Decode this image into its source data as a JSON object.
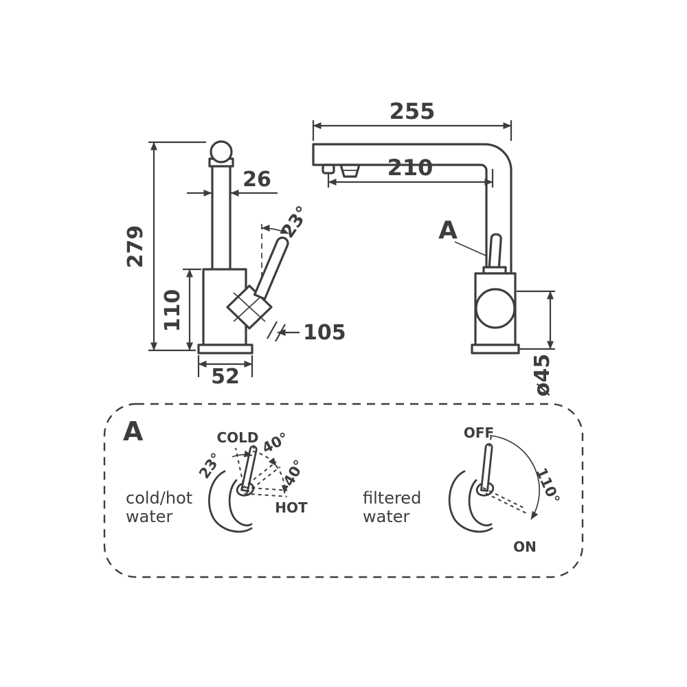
{
  "colors": {
    "line": "#3d3d3d",
    "background": "#ffffff"
  },
  "side_view": {
    "total_height": "279",
    "pipe_diameter": "26",
    "body_height": "110",
    "handle_angle": "23°",
    "handle_length": "105",
    "base_width": "52"
  },
  "front_view": {
    "overall_width": "255",
    "spout_reach": "210",
    "detail_ref": "A",
    "body_diameter": "ø45"
  },
  "detail_panel": {
    "ref": "A",
    "mixer": {
      "caption1": "cold/hot",
      "caption2": "water",
      "tilt_angle": "23°",
      "cold_label": "COLD",
      "cold_angle": "40°",
      "hot_angle": "40°",
      "hot_label": "HOT"
    },
    "filter": {
      "caption1": "filtered",
      "caption2": "water",
      "off_label": "OFF",
      "range_angle": "110°",
      "on_label": "ON"
    }
  }
}
